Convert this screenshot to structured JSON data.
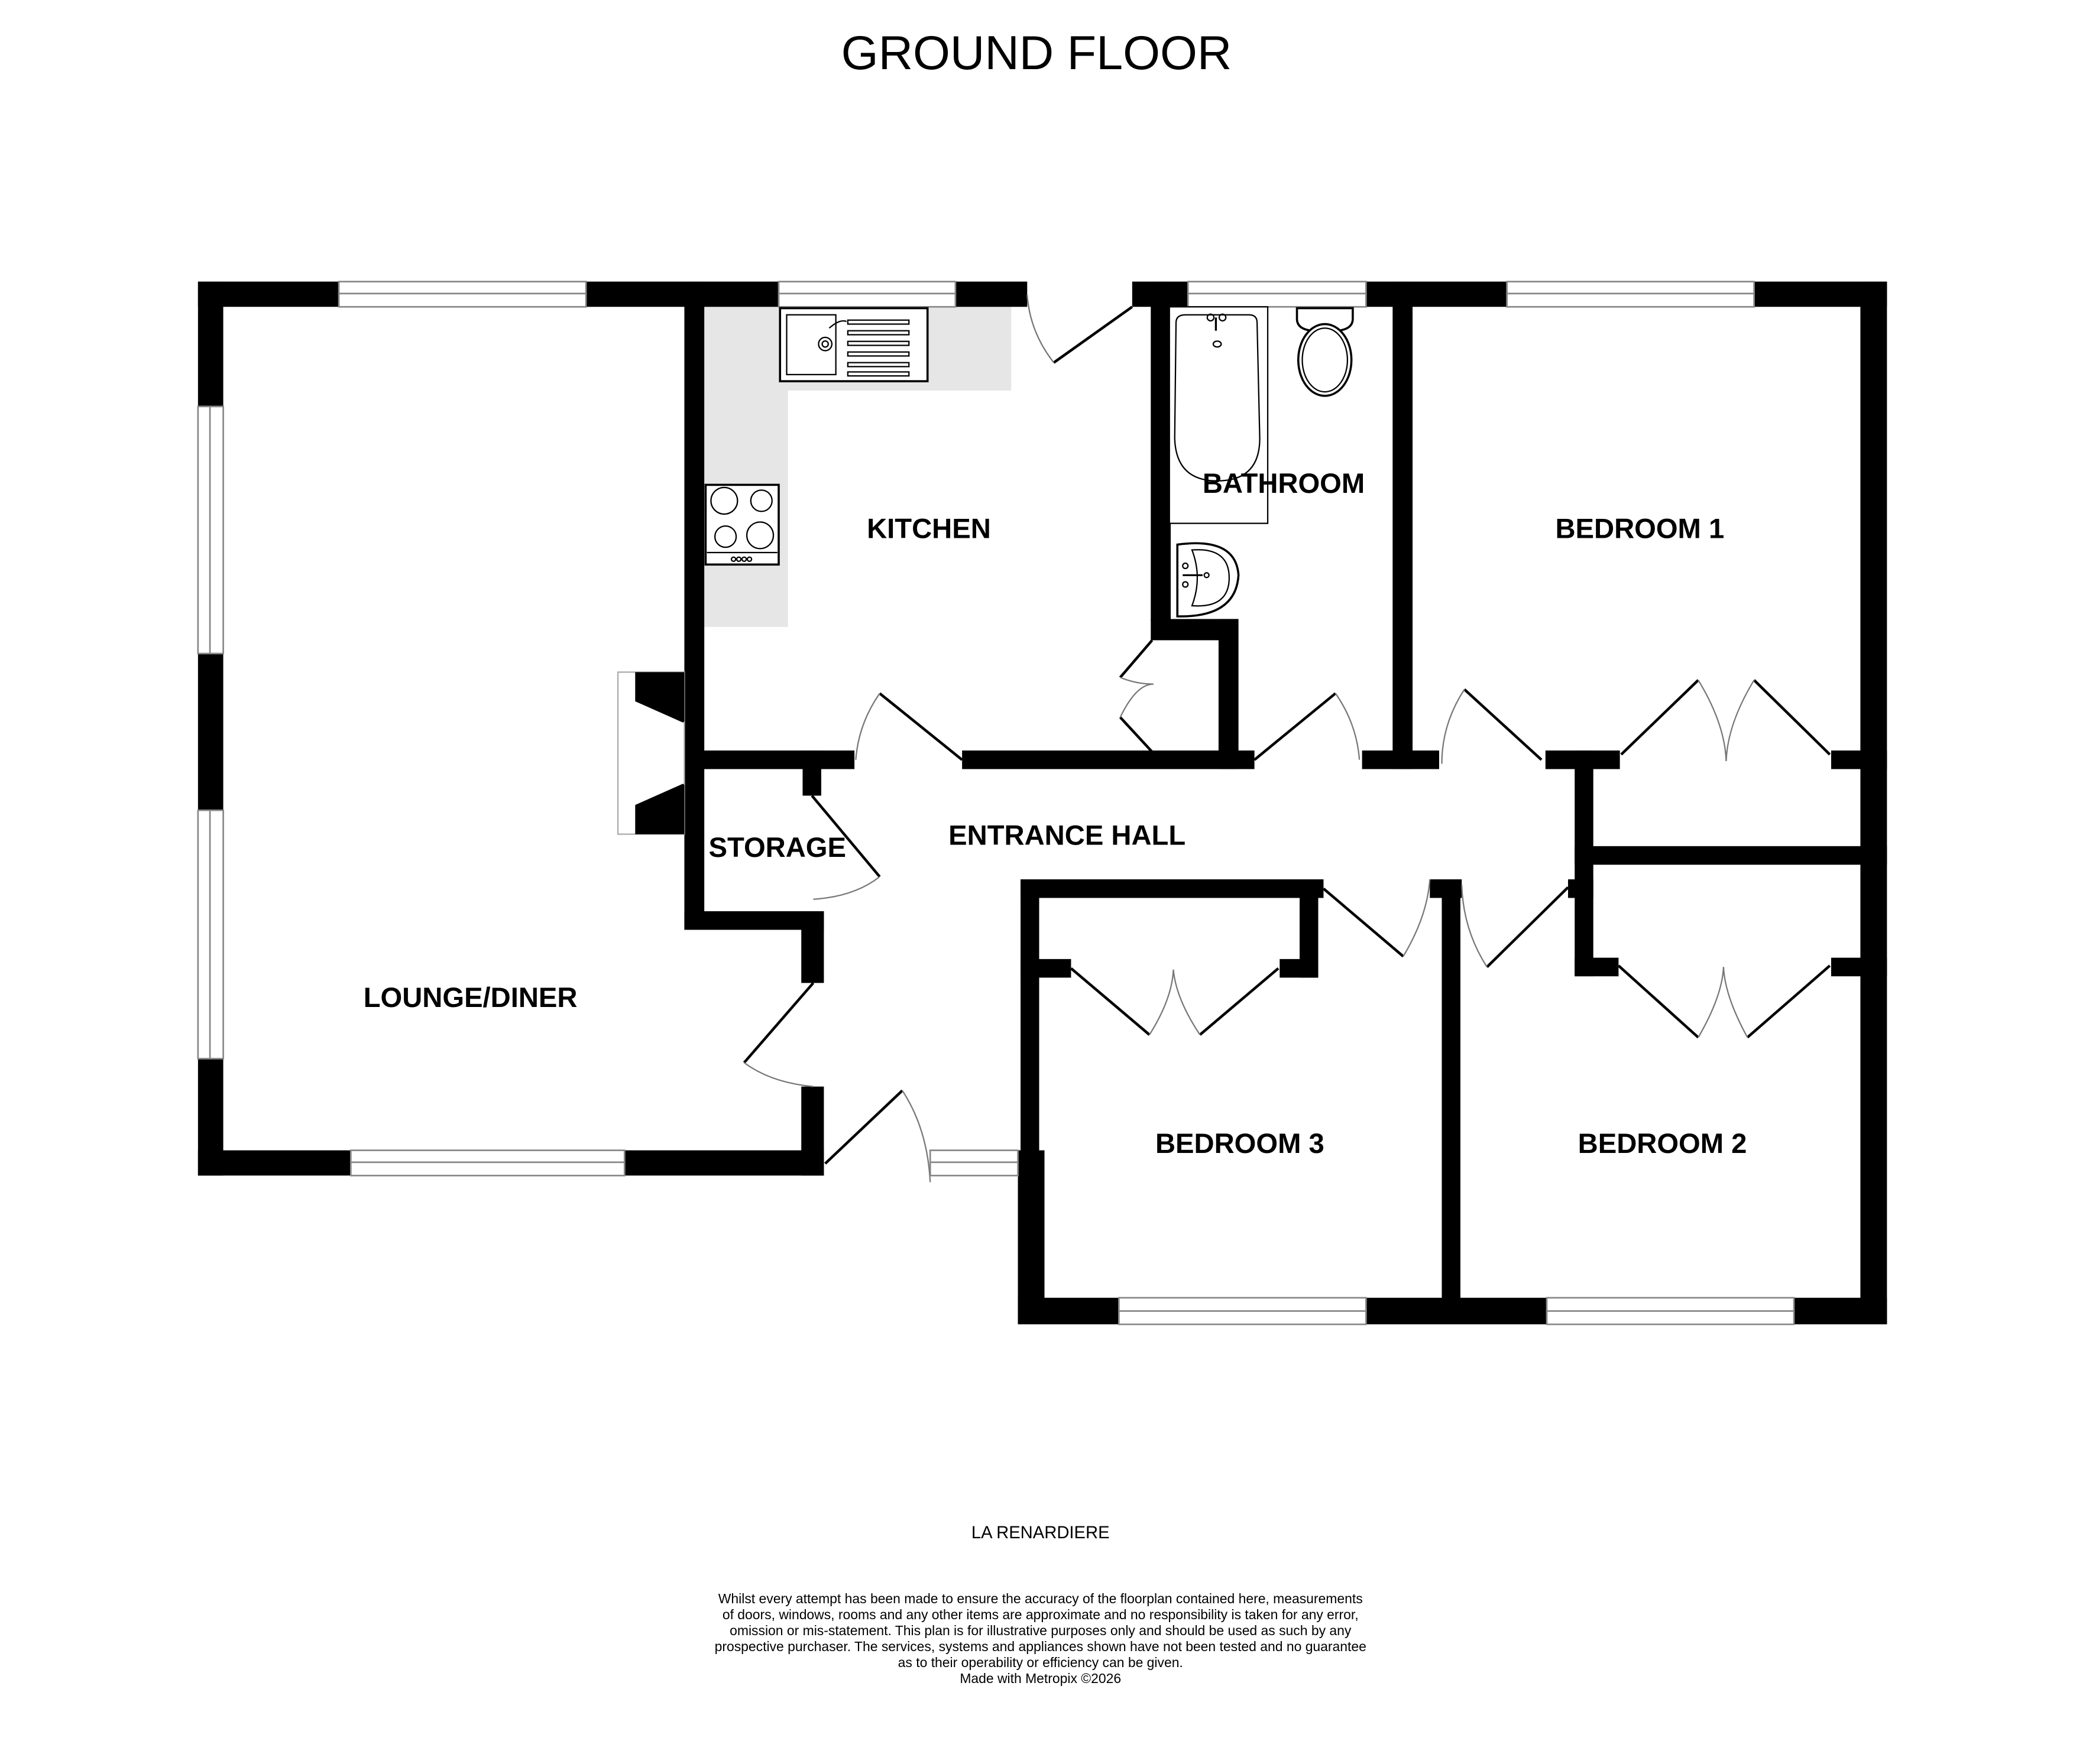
{
  "header": {
    "title": "GROUND FLOOR"
  },
  "rooms": {
    "lounge": {
      "label": "LOUNGE/DINER"
    },
    "kitchen": {
      "label": "KITCHEN"
    },
    "bathroom": {
      "label": "BATHROOM"
    },
    "bedroom1": {
      "label": "BEDROOM 1"
    },
    "storage": {
      "label": "STORAGE"
    },
    "hall": {
      "label": "ENTRANCE HALL"
    },
    "bedroom3": {
      "label": "BEDROOM 3"
    },
    "bedroom2": {
      "label": "BEDROOM 2"
    }
  },
  "fixtures": {
    "kitchen": [
      "sink-drainer",
      "hob-4-ring",
      "worktop"
    ],
    "bathroom": [
      "bath",
      "toilet",
      "wash-basin"
    ],
    "lounge": [
      "fireplace"
    ]
  },
  "colors": {
    "wall": "#000000",
    "worktop": "#e6e6e6",
    "window_line": "#888888",
    "background": "#ffffff"
  },
  "footer": {
    "property_name": "LA RENARDIERE",
    "disclaimer_lines": [
      "Whilst every attempt has been made to ensure the accuracy of the floorplan contained here, measurements",
      "of doors, windows, rooms and any other items are approximate and no responsibility is taken for any error,",
      "omission or mis-statement. This plan is for illustrative purposes only and should be used as such by any",
      "prospective purchaser. The services, systems and appliances shown have not been tested and no guarantee",
      "as to their operability or efficiency can be given.",
      "Made with Metropix ©2026"
    ]
  }
}
